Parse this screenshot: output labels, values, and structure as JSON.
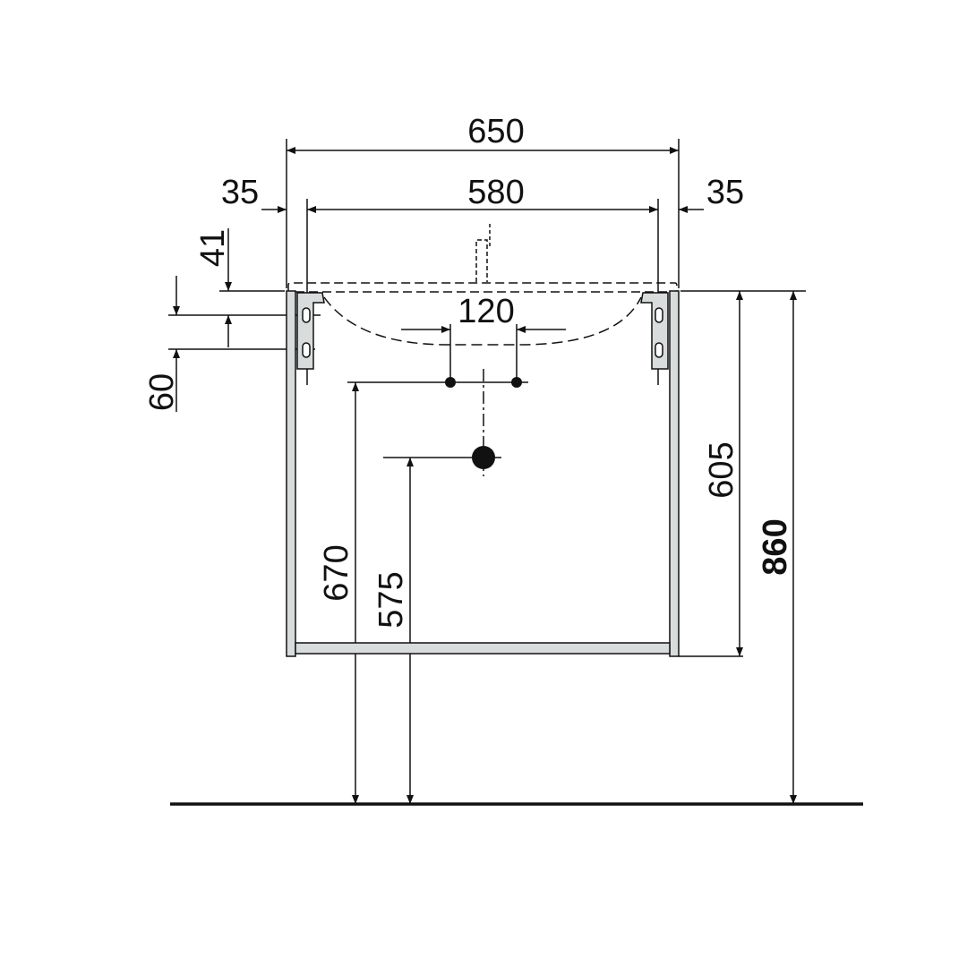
{
  "title": "Vanity unit with washbasin – dimension drawing (mm)",
  "dimensions": {
    "total_width": "650",
    "inner_width": "580",
    "left_offset": "35",
    "right_offset": "35",
    "bracket_top": "41",
    "bracket_hole_spacing": "60",
    "tap_spacing": "120",
    "cabinet_height": "605",
    "total_height": "860",
    "supply_height": "670",
    "drain_height": "575"
  },
  "colors": {
    "line": "#111111",
    "panel": "#d9dcdc"
  }
}
